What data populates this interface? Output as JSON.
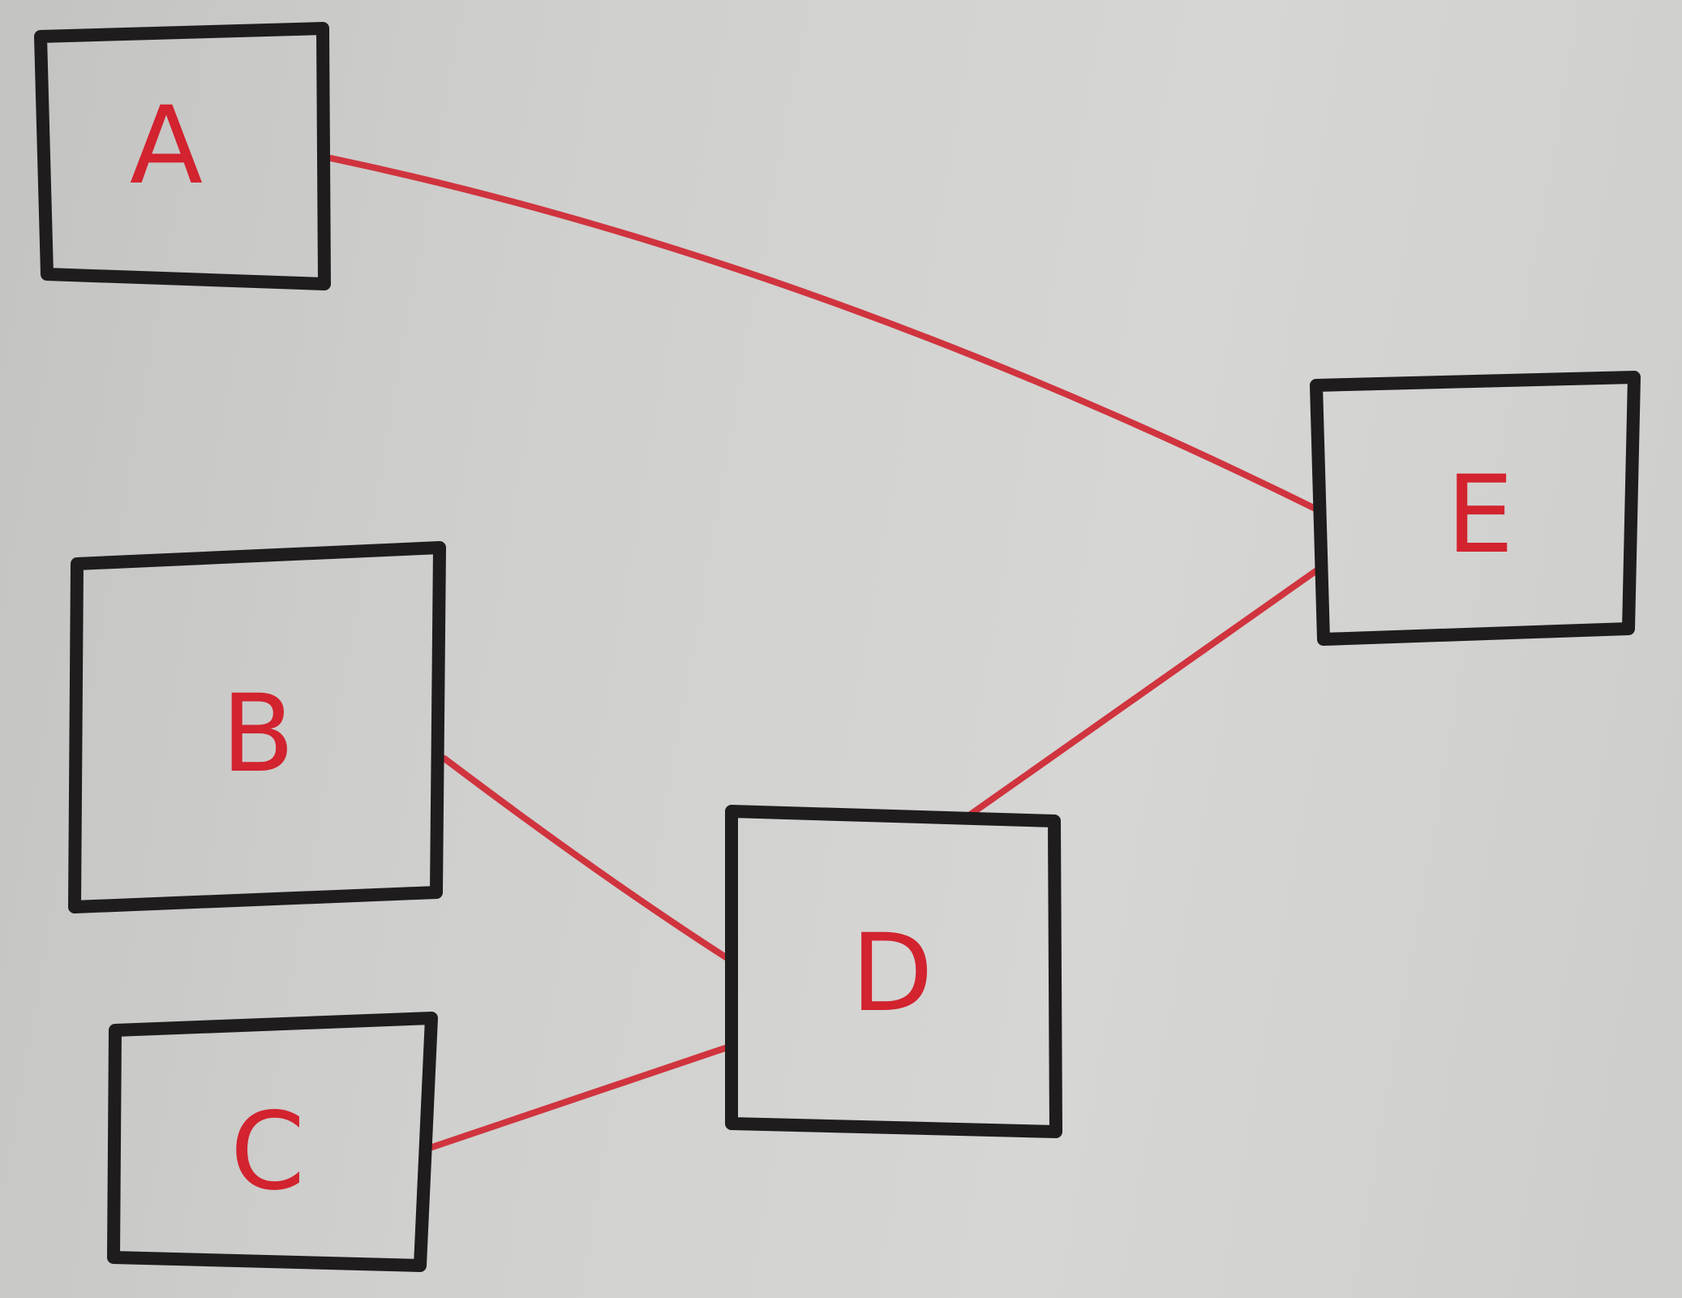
{
  "diagram": {
    "nodes": [
      {
        "id": "A",
        "label": "A"
      },
      {
        "id": "B",
        "label": "B"
      },
      {
        "id": "C",
        "label": "C"
      },
      {
        "id": "D",
        "label": "D"
      },
      {
        "id": "E",
        "label": "E"
      }
    ],
    "edges": [
      {
        "from": "A",
        "to": "E"
      },
      {
        "from": "B",
        "to": "D"
      },
      {
        "from": "C",
        "to": "D"
      },
      {
        "from": "D",
        "to": "E"
      }
    ]
  },
  "colors": {
    "box_stroke": "#1e1c1c",
    "label": "#d2232f",
    "edge": "#d0343e",
    "paper": "#cdcdcb"
  }
}
